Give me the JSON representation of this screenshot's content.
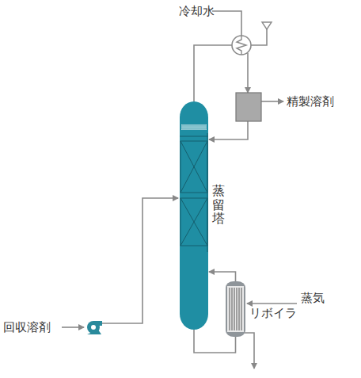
{
  "diagram": {
    "nodes": [
      {
        "text": [
          "蒸留塔"
        ]
      },
      {
        "text": [
          "リボイラ"
        ]
      }
    ],
    "edges": [
      {
        "from": 0,
        "to": 1,
        "arrow": "none"
      },
      {
        "from": 1,
        "to": 0,
        "arrow": "to"
      }
    ],
    "labels": [
      "冷却水",
      "精製溶剤",
      "蒸気",
      "回収溶剤"
    ]
  }
}
